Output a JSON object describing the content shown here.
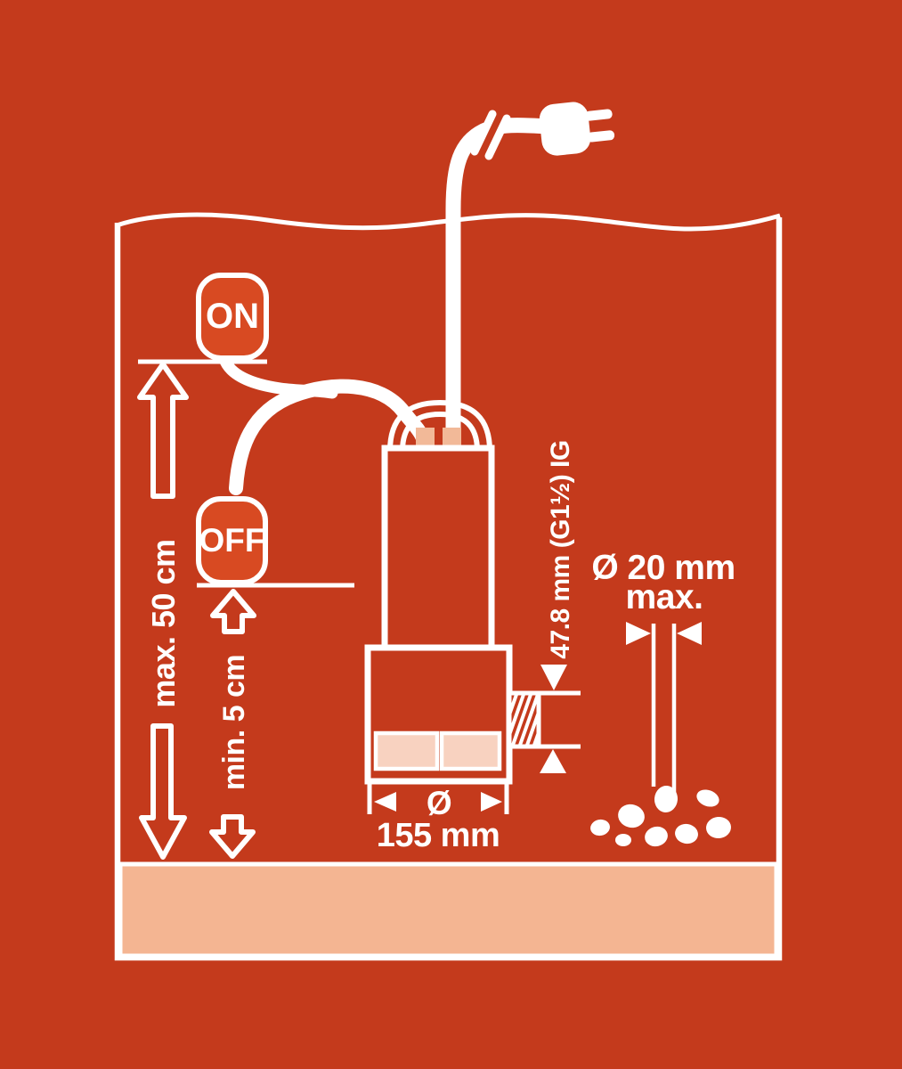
{
  "diagram": {
    "float_switch": {
      "on_label": "ON",
      "off_label": "OFF"
    },
    "water_levels": {
      "max_label": "max. 50 cm",
      "min_label": "min. 5 cm"
    },
    "outlet": {
      "thread_label": "47.8 mm (G1½) IG"
    },
    "grain_size": {
      "line1": "Ø 20 mm",
      "line2": "max."
    },
    "pump_diameter": {
      "symbol": "Ø",
      "value": "155 mm"
    }
  },
  "colors": {
    "background": "#c43a1c",
    "line_art": "#ffffff",
    "badge_fill": "#d84a22",
    "sand": "#f4b592",
    "intake_slots": "#f8d2c0",
    "cable_connectors": "#f2b998"
  }
}
